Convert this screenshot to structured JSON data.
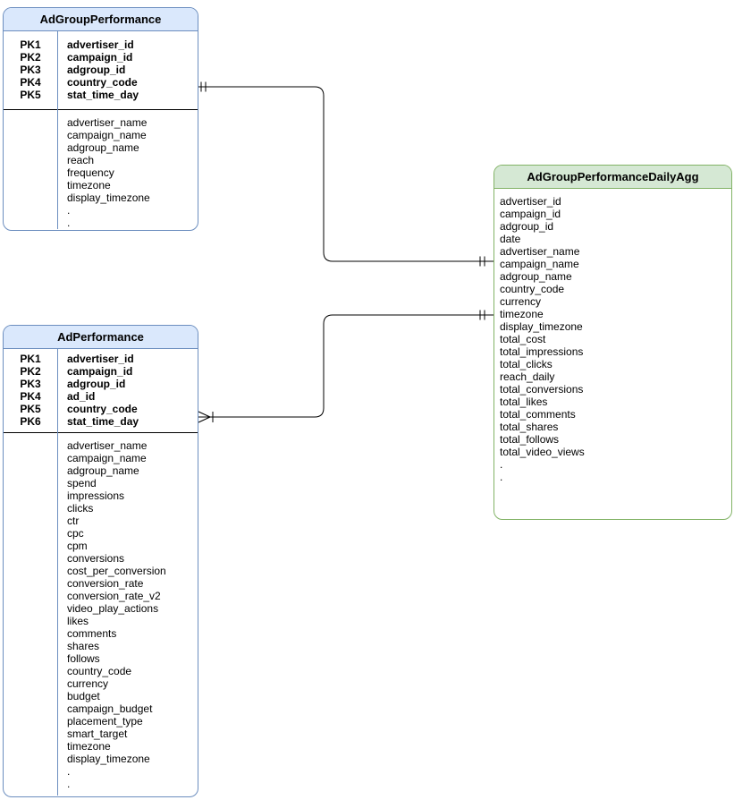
{
  "tables": [
    {
      "title": "AdGroupPerformance",
      "style": "blue",
      "primary_keys": [
        {
          "label": "PK1",
          "field": "advertiser_id"
        },
        {
          "label": "PK2",
          "field": "campaign_id"
        },
        {
          "label": "PK3",
          "field": "adgroup_id"
        },
        {
          "label": "PK4",
          "field": "country_code"
        },
        {
          "label": "PK5",
          "field": "stat_time_day"
        }
      ],
      "attributes": [
        "advertiser_name",
        "campaign_name",
        "adgroup_name",
        "reach",
        "frequency",
        "timezone",
        "display_timezone",
        ".",
        "."
      ]
    },
    {
      "title": "AdPerformance",
      "style": "blue",
      "primary_keys": [
        {
          "label": "PK1",
          "field": "advertiser_id"
        },
        {
          "label": "PK2",
          "field": "campaign_id"
        },
        {
          "label": "PK3",
          "field": "adgroup_id"
        },
        {
          "label": "PK4",
          "field": "ad_id"
        },
        {
          "label": "PK5",
          "field": "country_code"
        },
        {
          "label": "PK6",
          "field": "stat_time_day"
        }
      ],
      "attributes": [
        "advertiser_name",
        "campaign_name",
        "adgroup_name",
        "spend",
        "impressions",
        "clicks",
        "ctr",
        "cpc",
        "cpm",
        "conversions",
        "cost_per_conversion",
        "conversion_rate",
        "conversion_rate_v2",
        "video_play_actions",
        "likes",
        "comments",
        "shares",
        "follows",
        "country_code",
        "currency",
        "budget",
        "campaign_budget",
        "placement_type",
        "smart_target",
        "timezone",
        "display_timezone",
        ".",
        "."
      ]
    },
    {
      "title": "AdGroupPerformanceDailyAgg",
      "style": "green",
      "primary_keys": [],
      "attributes": [
        "advertiser_id",
        "campaign_id",
        "adgroup_id",
        "date",
        "advertiser_name",
        "campaign_name",
        "adgroup_name",
        "country_code",
        "currency",
        "timezone",
        "display_timezone",
        "total_cost",
        "total_impressions",
        "total_clicks",
        "reach_daily",
        "total_conversions",
        "total_likes",
        "total_comments",
        "total_shares",
        "total_follows",
        "total_video_views",
        ".",
        "."
      ]
    }
  ],
  "relationships": [
    {
      "from": "AdGroupPerformance",
      "to": "AdGroupPerformanceDailyAgg",
      "from_cardinality": "one-and-only-one",
      "to_cardinality": "one-and-only-one"
    },
    {
      "from": "AdPerformance",
      "to": "AdGroupPerformanceDailyAgg",
      "from_cardinality": "many",
      "to_cardinality": "one-and-only-one"
    }
  ],
  "colors": {
    "blue_fill": "#dae8fc",
    "blue_border": "#6c8ebf",
    "green_fill": "#d5e8d4",
    "green_border": "#82b366",
    "connector": "#000000",
    "background": "#ffffff"
  }
}
